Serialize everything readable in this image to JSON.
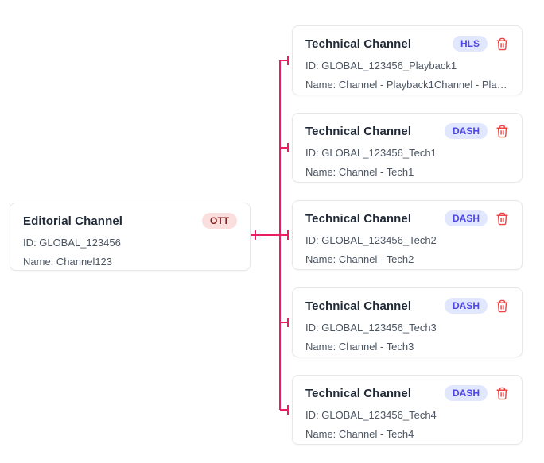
{
  "editorial": {
    "title": "Editorial Channel",
    "badge": "OTT",
    "id": "ID: GLOBAL_123456",
    "name": "Name: Channel123"
  },
  "technical_cards": [
    {
      "title": "Technical Channel",
      "badge": "HLS",
      "id": "ID: GLOBAL_123456_Playback1",
      "name": "Name: Channel - Playback1Channel - Playba..."
    },
    {
      "title": "Technical Channel",
      "badge": "DASH",
      "id": "ID: GLOBAL_123456_Tech1",
      "name": "Name: Channel - Tech1"
    },
    {
      "title": "Technical Channel",
      "badge": "DASH",
      "id": "ID: GLOBAL_123456_Tech2",
      "name": "Name: Channel - Tech2"
    },
    {
      "title": "Technical Channel",
      "badge": "DASH",
      "id": "ID: GLOBAL_123456_Tech3",
      "name": "Name: Channel - Tech3"
    },
    {
      "title": "Technical Channel",
      "badge": "DASH",
      "id": "ID: GLOBAL_123456_Tech4",
      "name": "Name: Channel - Tech4"
    }
  ],
  "icons": {
    "delete": "trash-icon"
  },
  "colors": {
    "connector": "#e91e63",
    "tech_badge_bg": "#e0e7ff",
    "tech_badge_text": "#4f46e5",
    "editorial_badge_bg": "#fbdfdf",
    "editorial_badge_text": "#7f1d1d",
    "delete_icon": "#ef4444"
  }
}
